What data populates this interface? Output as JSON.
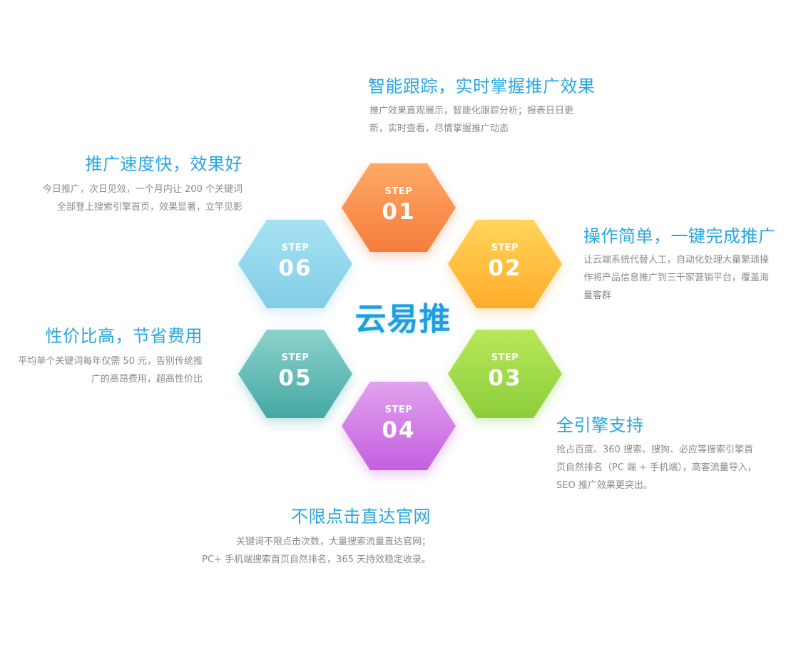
{
  "center_title": "云易推",
  "step_word": "STEP",
  "colors": {
    "title": "#2aa6df",
    "desc": "#8a8a8a",
    "hex01": [
      "#ffa866",
      "#f57d3c"
    ],
    "hex02": [
      "#ffd45a",
      "#ffac2a"
    ],
    "hex03": [
      "#b8e85a",
      "#8ccd3c"
    ],
    "hex04": [
      "#e0a2ee",
      "#c45fe0"
    ],
    "hex05": [
      "#8cd2cc",
      "#45a8a4"
    ],
    "hex06": [
      "#a6e2f2",
      "#82cde6"
    ]
  },
  "steps": [
    {
      "num": "01",
      "title": "智能跟踪，实时掌握推广效果",
      "desc": [
        "推广效果直观展示，智能化跟踪分析；报表日日更",
        "新，实时查看，尽情掌握推广动态"
      ]
    },
    {
      "num": "02",
      "title": "操作简单，一键完成推广",
      "desc": [
        "让云端系统代替人工，自动化处理大量繁琐操",
        "作将产品信息推广到三千家营销平台，覆盖海",
        "量客群"
      ]
    },
    {
      "num": "03",
      "title": "全引擎支持",
      "desc": [
        "抢占百度、360 搜索、搜狗、必应等搜索引擎首",
        "页自然排名（PC 端 + 手机端），高客流量导入，",
        "SEO 推广效果更突出。"
      ]
    },
    {
      "num": "04",
      "title": "不限点击直达官网",
      "desc": [
        "关键词不限点击次数，大量搜索流量直达官网；",
        "PC+ 手机端搜索首页自然排名，365 天持效稳定收录。"
      ]
    },
    {
      "num": "05",
      "title": "性价比高，节省费用",
      "desc": [
        "平均单个关键词每年仅需 50 元，告别传统推",
        "广的高昂费用，超高性价比"
      ]
    },
    {
      "num": "06",
      "title": "推广速度快，效果好",
      "desc": [
        "今日推广，次日见效，一个月内让 200 个关键词",
        "全部登上搜索引擎首页，效果显著，立竿见影"
      ]
    }
  ]
}
